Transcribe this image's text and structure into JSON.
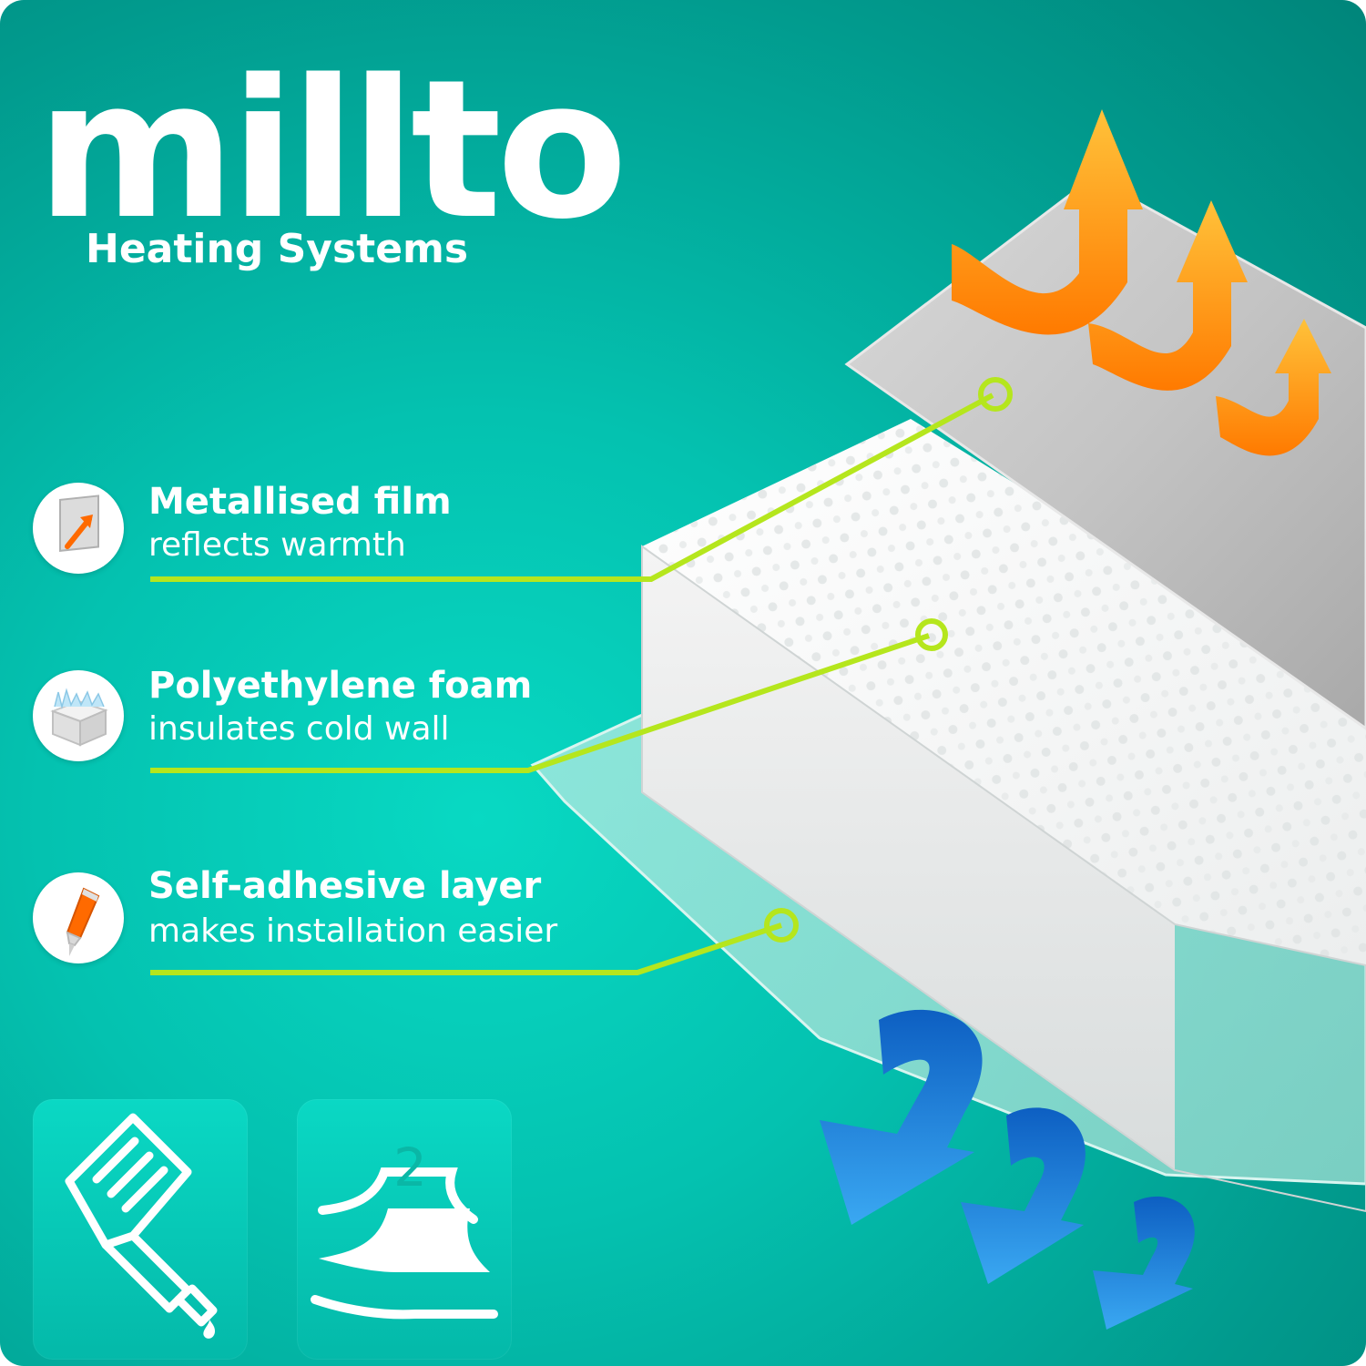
{
  "brand": {
    "name": "millto",
    "tagline": "Heating Systems"
  },
  "features": [
    {
      "title": "Metallised film",
      "description": "reflects warmth",
      "icon": "reflect-arrow-icon"
    },
    {
      "title": "Polyethylene foam",
      "description": "insulates cold wall",
      "icon": "frozen-cube-icon"
    },
    {
      "title": "Self-adhesive layer",
      "description": "makes installation easier",
      "icon": "glue-tube-icon"
    }
  ],
  "badges": [
    {
      "icon": "glue-bottle-icon"
    },
    {
      "icon": "two-layers-icon",
      "number": "2"
    }
  ],
  "colors": {
    "background": "#03c4b1",
    "accent_line": "#b5e61d",
    "warm_arrow": "#ff9a10",
    "cold_arrow": "#1e8fe0"
  }
}
